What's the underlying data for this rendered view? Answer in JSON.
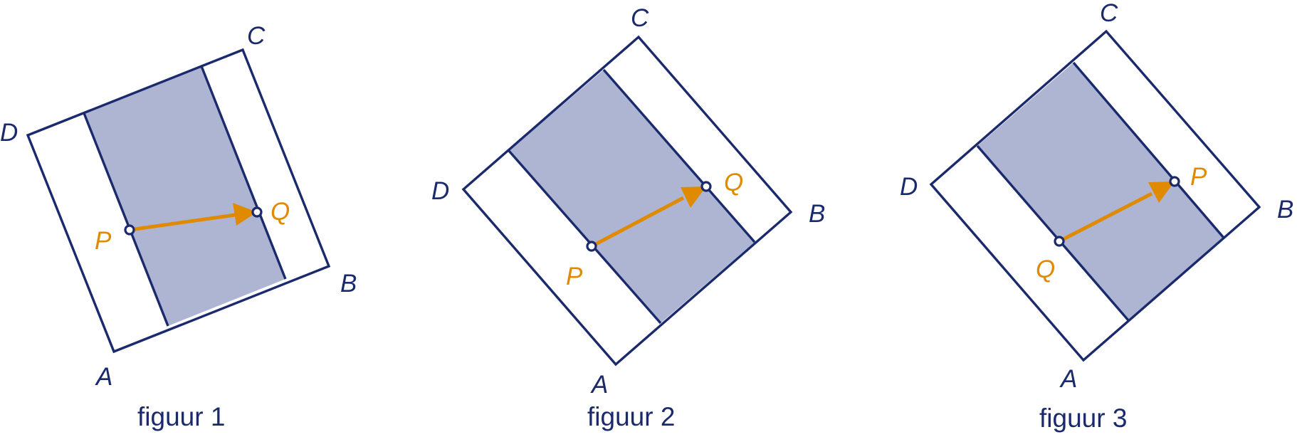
{
  "colors": {
    "outline": "#1a2a6c",
    "band": "#aeb5d3",
    "vector": "#e08a00"
  },
  "figures": [
    {
      "caption": "figuur 1",
      "vertex_labels": {
        "A": "A",
        "B": "B",
        "C": "C",
        "D": "D"
      },
      "tail_label": "P",
      "head_label": "Q"
    },
    {
      "caption": "figuur 2",
      "vertex_labels": {
        "A": "A",
        "B": "B",
        "C": "C",
        "D": "D"
      },
      "tail_label": "P",
      "head_label": "Q"
    },
    {
      "caption": "figuur 3",
      "vertex_labels": {
        "A": "A",
        "B": "B",
        "C": "C",
        "D": "D"
      },
      "tail_label": "Q",
      "head_label": "P"
    }
  ]
}
